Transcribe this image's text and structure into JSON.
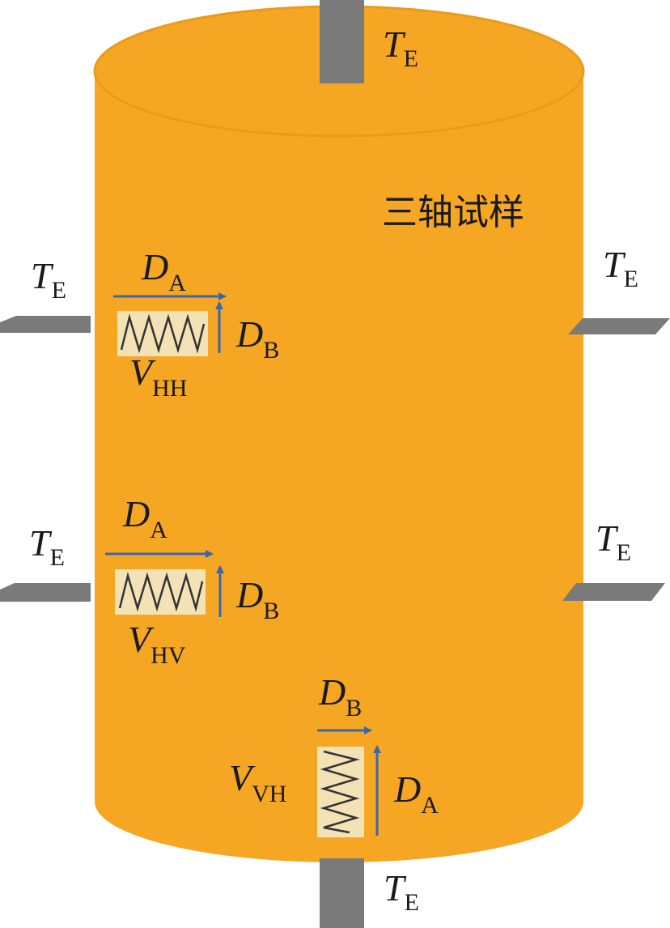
{
  "sample_label": "三轴试样",
  "symbols": {
    "T": "T",
    "E": "E",
    "D": "D",
    "A": "A",
    "B": "B",
    "V": "V",
    "HH": "HH",
    "HV": "HV",
    "VH": "VH"
  },
  "colors": {
    "cylinder": "#f5a623",
    "cylinder_edge": "#e99a1a",
    "electrode": "#7a7a7a",
    "sensor_fill": "#f3e2b5",
    "zigzag": "#333333",
    "arrow_h": "#3a66b0",
    "arrow_v": "#3a66b0"
  }
}
